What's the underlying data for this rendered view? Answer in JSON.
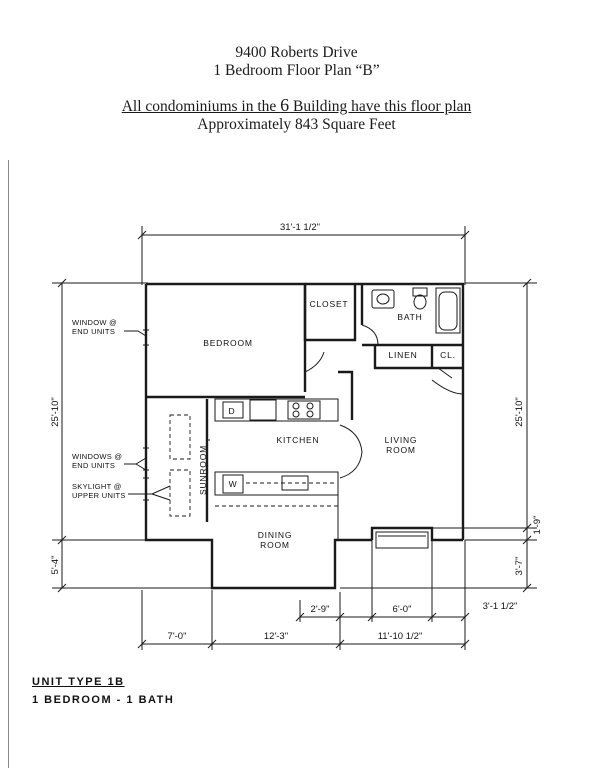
{
  "header": {
    "address": "9400 Roberts Drive",
    "plan_title": "1 Bedroom Floor Plan  “B”",
    "building_note_prefix": "All condominiums in the ",
    "building_number": "6",
    "building_note_suffix": " Building have this floor plan",
    "square_feet": "Approximately 843 Square Feet"
  },
  "rooms": {
    "closet": "CLOSET",
    "bath": "BATH",
    "bedroom": "BEDROOM",
    "linen": "LINEN",
    "cl": "CL.",
    "kitchen": "KITCHEN",
    "living": "LIVING",
    "living2": "ROOM",
    "sunroom": "SUNROOM",
    "dining": "DINING",
    "dining2": "ROOM",
    "d": "D",
    "w": "W"
  },
  "notes": {
    "window_1": "WINDOW @",
    "window_2": "END UNITS",
    "windows_1": "WINDOWS @",
    "windows_2": "END UNITS",
    "skylight_1": "SKYLIGHT @",
    "skylight_2": "UPPER UNITS"
  },
  "dimensions": {
    "top_width": "31'-1 1/2\"",
    "left_height": "25'-10\"",
    "right_height": "25'-10\"",
    "left_lower": "5'-4\"",
    "right_bay": "1'-9\"",
    "right_lower": "3'-7\"",
    "bottom_a": "2'-9\"",
    "bottom_b": "6'-0\"",
    "bottom_c": "3'-1 1/2\"",
    "bottom_left": "7'-0\"",
    "bottom_mid": "12'-3\"",
    "bottom_right": "11'-10 1/2\""
  },
  "footer": {
    "unit_type": "UNIT TYPE 1B",
    "summary": "1 BEDROOM - 1 BATH"
  }
}
